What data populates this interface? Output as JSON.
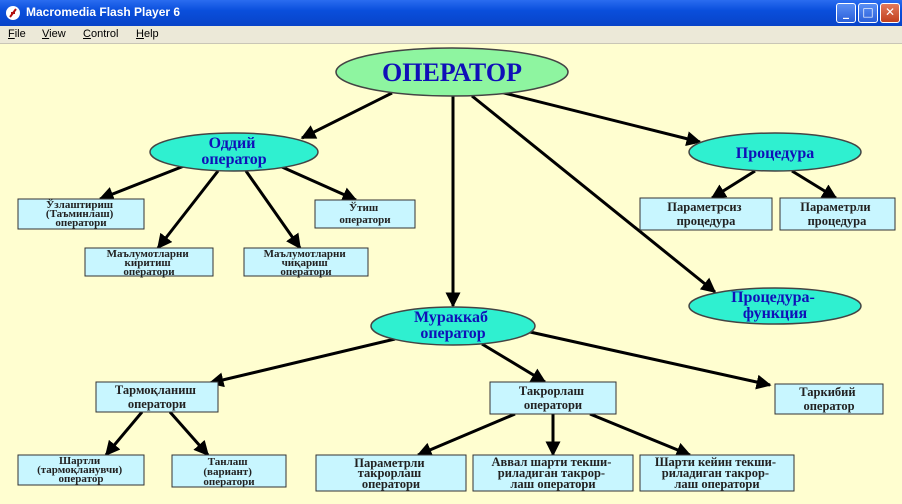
{
  "window": {
    "title": "Macromedia Flash Player 6",
    "minimize_icon": "minimize-icon",
    "maximize_icon": "maximize-icon",
    "close_icon": "close-icon"
  },
  "menu": [
    {
      "label": "File"
    },
    {
      "label": "View"
    },
    {
      "label": "Control"
    },
    {
      "label": "Help"
    }
  ],
  "colors": {
    "background": "#fffed0",
    "ellipse_main": "#8ef5a0",
    "ellipse_secondary": "#2ff0d0",
    "box_fill": "#c8f6ff",
    "ellipse_text": "#1010b8"
  },
  "diagram": {
    "root": {
      "lines": [
        "ОПЕРАТОР"
      ]
    },
    "oddiy": {
      "lines": [
        "Оддий",
        "оператор"
      ]
    },
    "protsedura": {
      "lines": [
        "Процедура"
      ]
    },
    "murakkab": {
      "lines": [
        "Мураккаб",
        "оператор"
      ]
    },
    "protsedura_funktsiya": {
      "lines": [
        "Процедура-",
        "функция"
      ]
    },
    "uzlashtirish": {
      "lines": [
        "Ўзлаштириш",
        "(Таъминлаш)",
        "оператори"
      ]
    },
    "malumot_kiritish": {
      "lines": [
        "Маълумотларни",
        "киритиш",
        "оператори"
      ]
    },
    "malumot_chiqarish": {
      "lines": [
        "Маълумотларни",
        "чиқариш",
        "оператори"
      ]
    },
    "utish": {
      "lines": [
        "Ўтиш",
        "оператори"
      ]
    },
    "parametrsiz": {
      "lines": [
        "Параметрсиз",
        "процедура"
      ]
    },
    "parametrli_protsedura": {
      "lines": [
        "Параметрли",
        "процедура"
      ]
    },
    "tarmoklanish": {
      "lines": [
        "Тармоқланиш",
        "оператори"
      ]
    },
    "takrorlash": {
      "lines": [
        "Такрорлаш",
        "оператори"
      ]
    },
    "tarkibiy": {
      "lines": [
        "Таркибий",
        "оператор"
      ]
    },
    "shartli": {
      "lines": [
        "Шартли",
        "(тармоқланувчи)",
        "оператор"
      ]
    },
    "tanlash": {
      "lines": [
        "Танлаш",
        "(вариант)",
        "оператори"
      ]
    },
    "parametrli_takrorlash": {
      "lines": [
        "Параметрли",
        "такрорлаш",
        "оператори"
      ]
    },
    "avval_shart": {
      "lines": [
        "Аввал шарти текши-",
        "риладиган такрор-",
        "лаш  оператори"
      ]
    },
    "shart_keyin": {
      "lines": [
        "Шарти кейин текши-",
        "риладиган такрор-",
        "лаш  оператори"
      ]
    }
  }
}
